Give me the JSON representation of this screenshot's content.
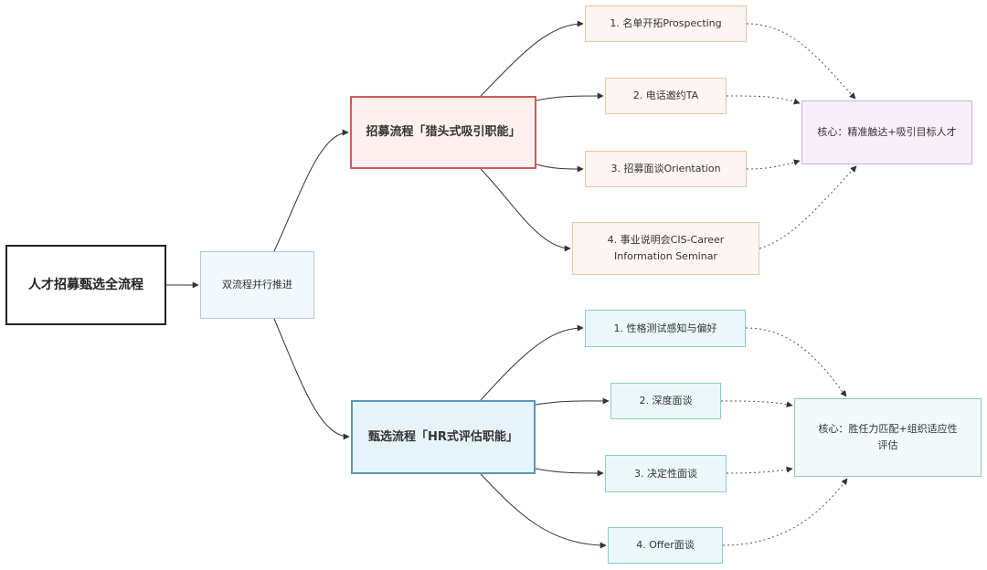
{
  "diagram": {
    "root": {
      "label": "人才招募甄选全流程"
    },
    "hub": {
      "label": "双流程并行推进"
    },
    "branches": [
      {
        "id": "recruit",
        "label": "招募流程「猎头式吸引职能」",
        "accent_color": "#cf5a5a",
        "steps": [
          {
            "label": "1. 名单开拓Prospecting"
          },
          {
            "label": "2. 电话邀约TA"
          },
          {
            "label": "3. 招募面谈Orientation"
          },
          {
            "label": "4. 事业说明会CIS-Career Information Seminar"
          }
        ],
        "core": {
          "label": "核心：精准触达+吸引目标人才"
        }
      },
      {
        "id": "screen",
        "label": "甄选流程「HR式评估职能」",
        "accent_color": "#5b95bd",
        "steps": [
          {
            "label": "1. 性格测试感知与偏好"
          },
          {
            "label": "2. 深度面谈"
          },
          {
            "label": "3. 决定性面谈"
          },
          {
            "label": "4. Offer面谈"
          }
        ],
        "core": {
          "label": "核心：胜任力匹配+组织适应性评估"
        }
      }
    ],
    "edge_style": {
      "solid_color": "#333333",
      "dotted_color": "#555555"
    }
  }
}
